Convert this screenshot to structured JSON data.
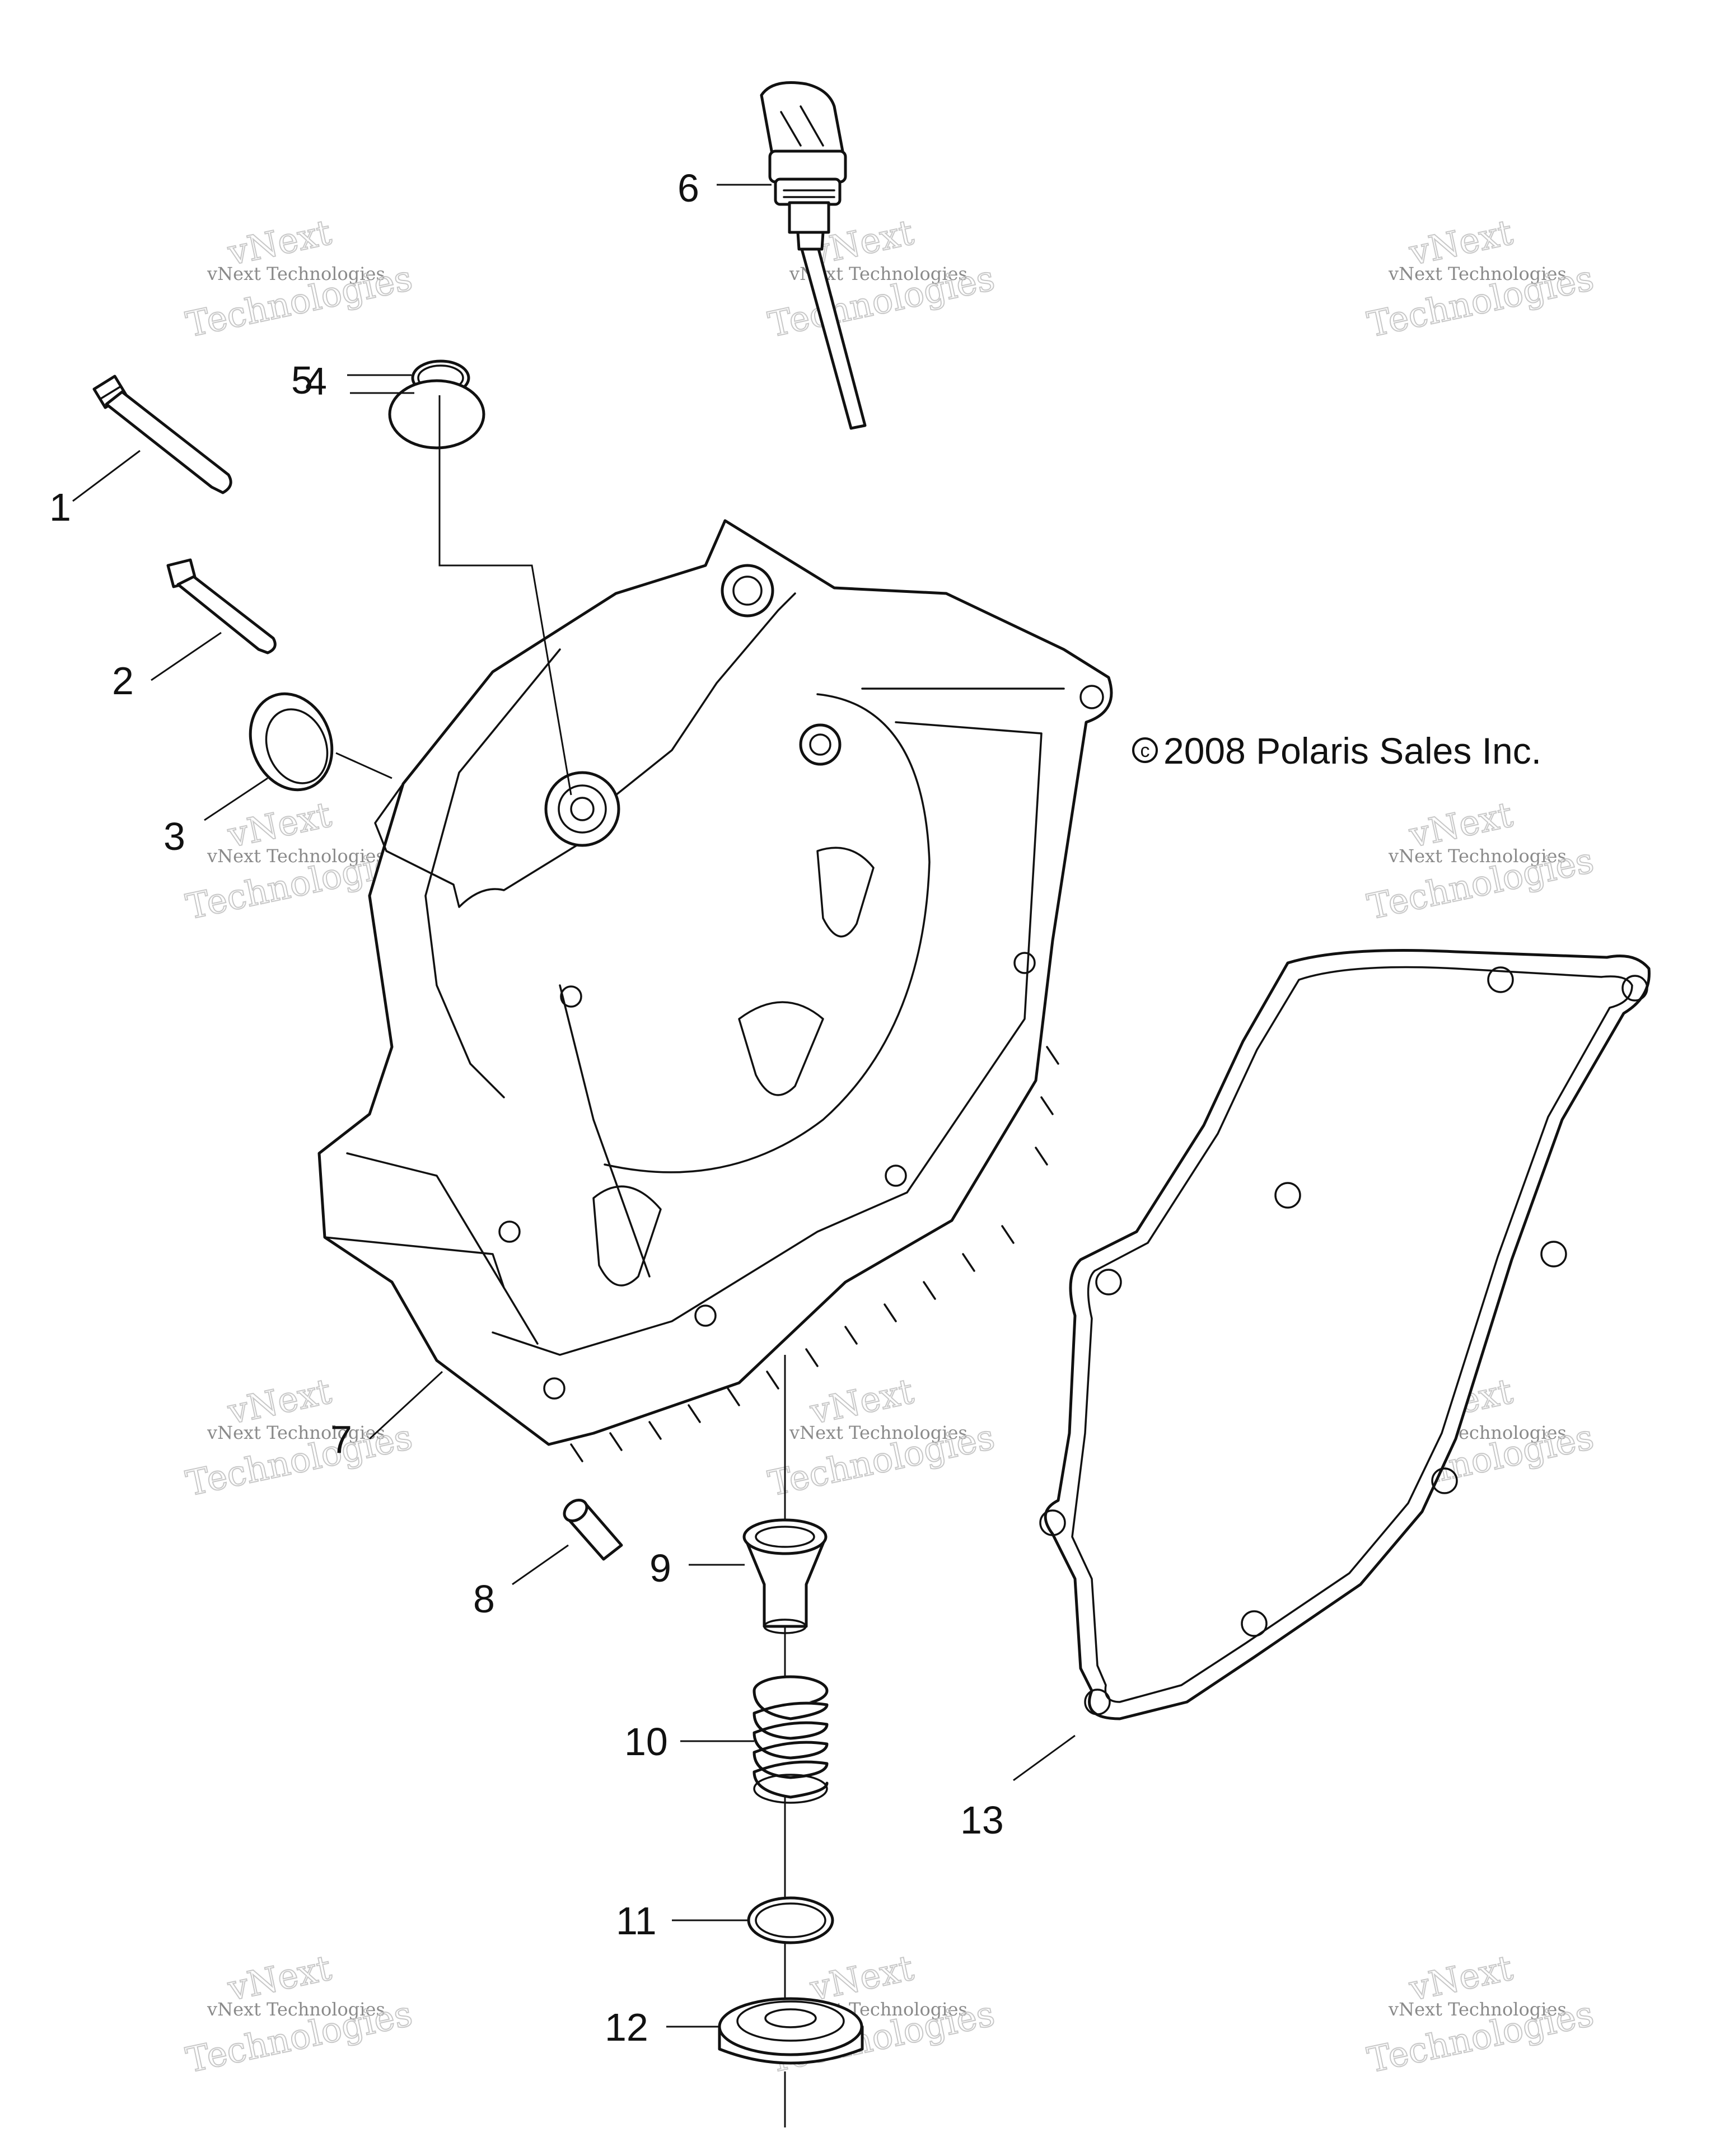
{
  "copyright": "2008 Polaris Sales Inc.",
  "copyright_symbol": "c",
  "watermark": {
    "line1": "vNext",
    "line2": "Technologies",
    "line3": "vNext Technologies"
  },
  "callouts": [
    "1",
    "2",
    "3",
    "4",
    "5",
    "6",
    "7",
    "8",
    "9",
    "10",
    "11",
    "12",
    "13"
  ]
}
